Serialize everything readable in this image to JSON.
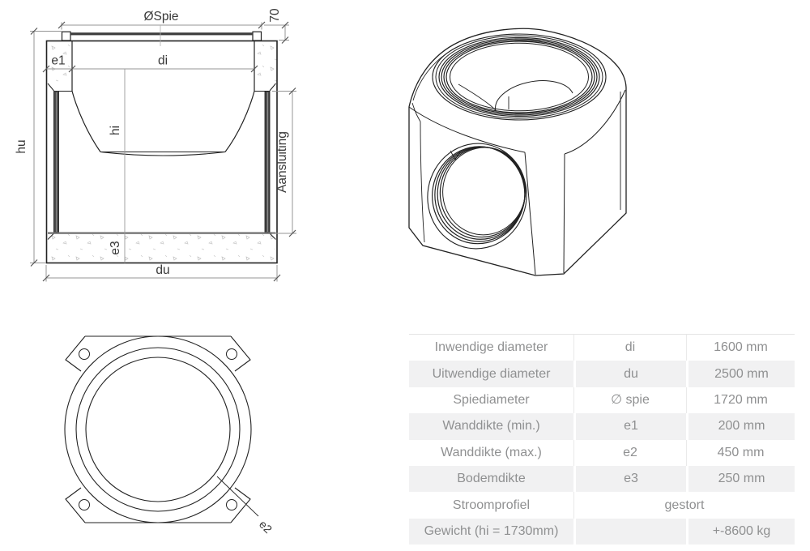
{
  "cross_section": {
    "labels": {
      "spie": "ØSpie",
      "seventy": "70",
      "e1": "e1",
      "di": "di",
      "hu": "hu",
      "hi": "hi",
      "aansluiting": "Aansluiting",
      "e3": "e3",
      "du": "du"
    }
  },
  "plan_view": {
    "labels": {
      "e2": "e2"
    }
  },
  "table": {
    "rows": [
      {
        "label": "Inwendige diameter",
        "symbol": "di",
        "value": "1600 mm"
      },
      {
        "label": "Uitwendige diameter",
        "symbol": "du",
        "value": "2500 mm"
      },
      {
        "label": "Spiediameter",
        "symbol": "∅ spie",
        "value": "1720 mm"
      },
      {
        "label": "Wanddikte (min.)",
        "symbol": "e1",
        "value": "200 mm"
      },
      {
        "label": "Wanddikte (max.)",
        "symbol": "e2",
        "value": "450 mm"
      },
      {
        "label": "Bodemdikte",
        "symbol": "e3",
        "value": "250 mm"
      },
      {
        "label": "Stroomprofiel",
        "merged_value": "gestort"
      },
      {
        "label": "Gewicht (hi = 1730mm)",
        "symbol": "",
        "value": "+-8600 kg"
      }
    ]
  },
  "colors": {
    "line": "#222222",
    "dimension_line": "#949494",
    "label_text": "#383838",
    "table_text": "#8f9091",
    "table_alt_row": "#f1f1f2",
    "seal_strip": "#4a4a4a"
  }
}
